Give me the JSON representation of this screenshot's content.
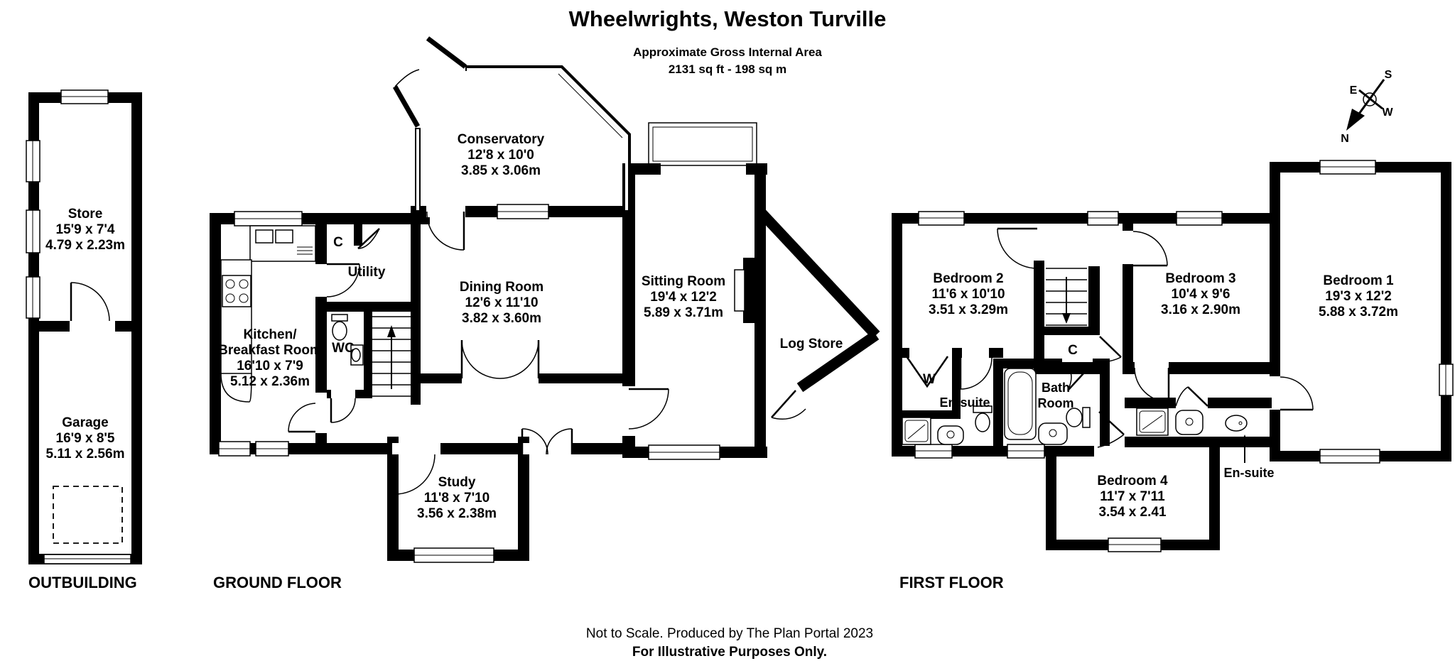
{
  "title": {
    "text": "Wheelwrights, Weston Turville",
    "subtitle1": "Approximate Gross Internal Area",
    "subtitle2": "2131 sq ft - 198 sq m"
  },
  "compass": {
    "north": "N",
    "south": "S",
    "east": "E",
    "west": "W"
  },
  "outbuilding": {
    "label": "OUTBUILDING",
    "store": {
      "name": "Store",
      "imperial": "15'9 x 7'4",
      "metric": "4.79 x 2.23m"
    },
    "garage": {
      "name": "Garage",
      "imperial": "16'9 x 8'5",
      "metric": "5.11 x 2.56m"
    }
  },
  "ground": {
    "label": "GROUND FLOOR",
    "kitchen": {
      "name1": "Kitchen/",
      "name2": "Breakfast Room",
      "imperial": "16'10 x 7'9",
      "metric": "5.12 x 2.36m"
    },
    "cupboard": {
      "name": "C"
    },
    "utility": {
      "name": "Utility"
    },
    "wc": {
      "name": "WC"
    },
    "conservatory": {
      "name": "Conservatory",
      "imperial": "12'8 x 10'0",
      "metric": "3.85 x 3.06m"
    },
    "dining": {
      "name": "Dining Room",
      "imperial": "12'6 x 11'10",
      "metric": "3.82 x 3.60m"
    },
    "sitting": {
      "name": "Sitting Room",
      "imperial": "19'4 x 12'2",
      "metric": "5.89 x 3.71m"
    },
    "log_store": {
      "name": "Log Store"
    },
    "study": {
      "name": "Study",
      "imperial": "11'8 x 7'10",
      "metric": "3.56 x 2.38m"
    }
  },
  "first": {
    "label": "FIRST FLOOR",
    "bedroom1": {
      "name": "Bedroom 1",
      "imperial": "19'3 x 12'2",
      "metric": "5.88 x 3.72m"
    },
    "bedroom2": {
      "name": "Bedroom 2",
      "imperial": "11'6 x 10'10",
      "metric": "3.51 x 3.29m"
    },
    "bedroom3": {
      "name": "Bedroom 3",
      "imperial": "10'4 x 9'6",
      "metric": "3.16 x 2.90m"
    },
    "bedroom4": {
      "name": "Bedroom 4",
      "imperial": "11'7 x 7'11",
      "metric": "3.54 x 2.41"
    },
    "wardrobe": {
      "name": "W"
    },
    "cupboard": {
      "name": "C"
    },
    "ensuite2": {
      "name": "En-suite"
    },
    "bathroom": {
      "name1": "Bath",
      "name2": "Room"
    },
    "ensuite1": {
      "name": "En-suite"
    }
  },
  "footer": {
    "line1": "Not to Scale. Produced by The Plan Portal 2023",
    "line2": "For Illustrative Purposes Only."
  },
  "colors": {
    "wall": "#000000",
    "background": "#ffffff"
  }
}
